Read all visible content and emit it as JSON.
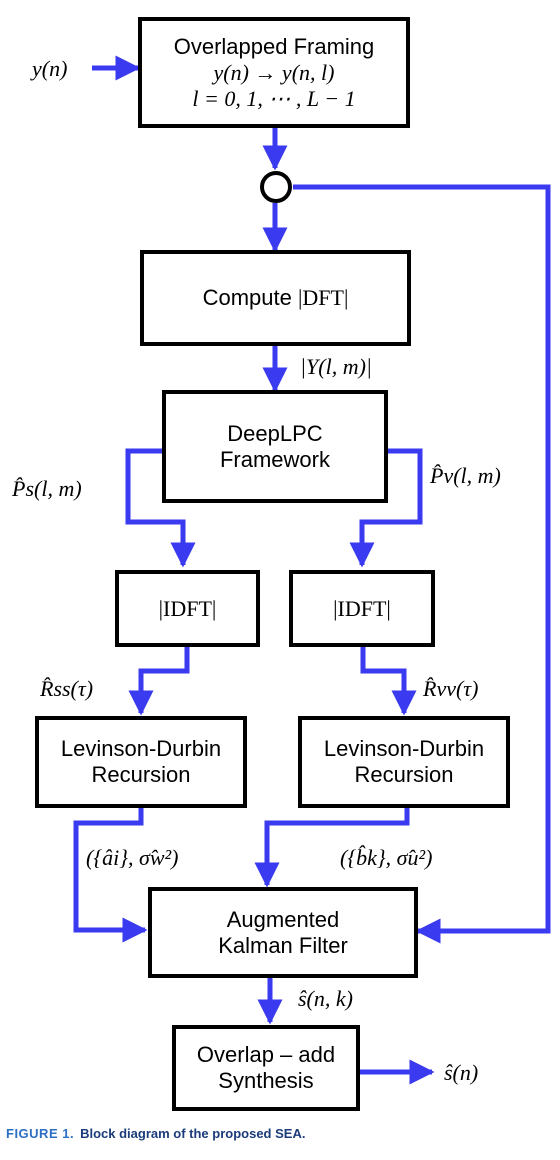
{
  "nodes": {
    "framing": {
      "title": "Overlapped Framing",
      "line2": "y(n) → y(n, l)",
      "line3": "l = 0, 1, ⋯ , L − 1"
    },
    "dft": {
      "prefix": "Compute ",
      "math": "|DFT|"
    },
    "deeplpc": {
      "line1": "DeepLPC",
      "line2": "Framework"
    },
    "idft_left": {
      "math": "|IDFT|"
    },
    "idft_right": {
      "math": "|IDFT|"
    },
    "ld_left": {
      "line1": "Levinson-Durbin",
      "line2": "Recursion"
    },
    "ld_right": {
      "line1": "Levinson-Durbin",
      "line2": "Recursion"
    },
    "kalman": {
      "line1": "Augmented",
      "line2": "Kalman Filter"
    },
    "overlap_add": {
      "line1": "Overlap – add",
      "line2": "Synthesis"
    }
  },
  "edge_labels": {
    "input": "y(n)",
    "dft_out": "|Y(l, m)|",
    "ps": "P̂s(l, m)",
    "pv": "P̂v(l, m)",
    "rss": "R̂ss(τ)",
    "rvv": "R̂vv(τ)",
    "ai": "({âi}, σ̂w²)",
    "bk": "({b̂k}, σ̂u²)",
    "s_nk": "ŝ(n, k)",
    "output": "ŝ(n)"
  },
  "caption": {
    "figure_label": "FIGURE 1.",
    "text": "Block diagram of the proposed SEA."
  },
  "colors": {
    "arrow": "#3a3af0",
    "box_border": "#000000",
    "caption_label": "#2c6fc4",
    "caption_text": "#1b3b7a"
  }
}
